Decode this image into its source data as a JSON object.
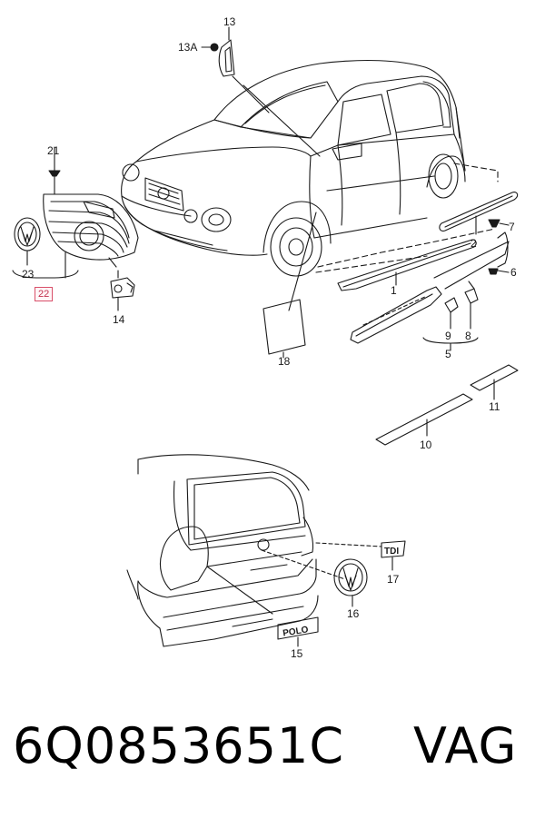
{
  "diagram": {
    "callouts": {
      "c1": "1",
      "c2": "2",
      "c5": "5",
      "c6": "6",
      "c7": "7",
      "c8": "8",
      "c9": "9",
      "c10": "10",
      "c11": "11",
      "c13": "13",
      "c13a": "13A",
      "c14": "14",
      "c15": "15",
      "c16": "16",
      "c17": "17",
      "c18": "18",
      "c21": "21",
      "c22": "22",
      "c23": "23"
    },
    "highlighted_callout": "22",
    "badge_text": {
      "polo": "POLO",
      "tdi": "TDI"
    }
  },
  "footer": {
    "part_number": "6Q0853651C",
    "brand": "VAG"
  }
}
